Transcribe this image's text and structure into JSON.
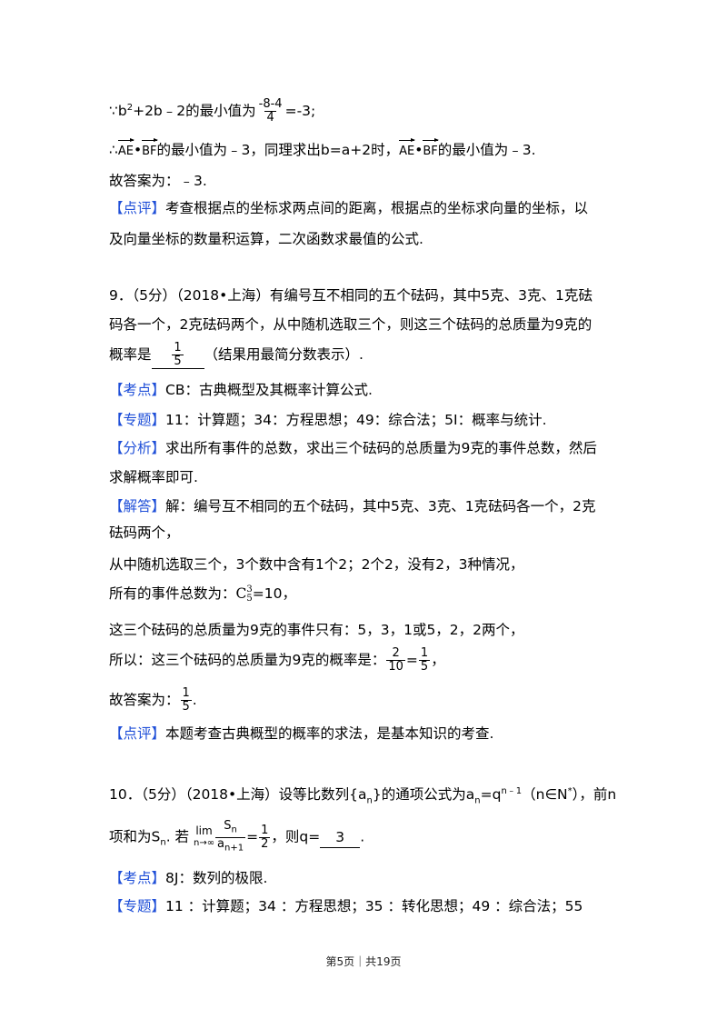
{
  "l1": {
    "a": "∵b",
    "sup": "2",
    "b": "+2b﹣2的最小值为",
    "num": "-8-4",
    "den": "4",
    "c": "=-3;"
  },
  "l2": {
    "a": "∴",
    "v1": "AE",
    "dot1": "•",
    "v2": "BF",
    "b": "的最小值为﹣3，同理求出b=a+2时，",
    "v3": "AE",
    "dot2": "•",
    "v4": "BF",
    "c": "的最小值为﹣3."
  },
  "l3": "故答案为：﹣3.",
  "l4": {
    "tag": "【点评】",
    "text": "考查根据点的坐标求两点间的距离，根据点的坐标求向量的坐标，以"
  },
  "l5": "及向量坐标的数量积运算，二次函数求最值的公式.",
  "q9": {
    "line1": "9．（5分）（2018•上海）有编号互不相同的五个砝码，其中5克、3克、1克砝",
    "line2": "码各一个，2克砝码两个，从中随机选取三个，则这三个砝码的总质量为9克的",
    "line3a": "概率是",
    "ans_num": "1",
    "ans_den": "5",
    "line3b": "（结果用最简分数表示）.",
    "kaodian_tag": "【考点】",
    "kaodian": "CB：古典概型及其概率计算公式.",
    "zhuanti_tag": "【专题】",
    "zhuanti": "11：计算题；34：方程思想；49：综合法；5I：概率与统计.",
    "fenxi_tag": "【分析】",
    "fenxi1": "求出所有事件的总数，求出三个砝码的总质量为9克的事件总数，然后",
    "fenxi2": "求解概率即可.",
    "jieda_tag": "【解答】",
    "jieda1": "解：编号互不相同的五个砝码，其中5克、3克、1克砝码各一个，2克",
    "jieda2": "砝码两个，",
    "jieda3": "从中随机选取三个，3个数中含有1个2；2个2，没有2，3种情况，",
    "jieda4a": "所有的事件总数为：",
    "comb_c": "C",
    "comb_sup": "3",
    "comb_sub": "5",
    "jieda4b": "=10，",
    "jieda5": "这三个砝码的总质量为9克的事件只有：5，3，1或5，2，2两个，",
    "jieda6a": "所以：这三个砝码的总质量为9克的概率是：",
    "p_num": "2",
    "p_den": "10",
    "p_eq": "=",
    "p2_num": "1",
    "p2_den": "5",
    "jieda6b": "，",
    "ans_label": "故答案为：",
    "final_num": "1",
    "final_den": "5",
    "final_end": ".",
    "dianping_tag": "【点评】",
    "dianping": "本题考查古典概型的概率的求法，是基本知识的考查."
  },
  "q10": {
    "line1a": "10．（5分）（2018•上海）设等比数列{a",
    "line1_sub": "n",
    "line1b": "}的通项公式为a",
    "line1_sub2": "n",
    "line1c": "=q",
    "line1_sup": "n﹣1",
    "line1d": "（n∈N",
    "line1_sup2": "*",
    "line1e": "），前n",
    "line2a": "项和为S",
    "line2_sub": "n",
    "line2b": ". 若",
    "lim": "lim",
    "lim_sub": "n→∞",
    "frac_num": "S",
    "frac_num_sub": "n",
    "frac_den": "a",
    "frac_den_sub": "n+1",
    "eq": "=",
    "half_num": "1",
    "half_den": "2",
    "line2c": "，则q=",
    "answer": "3",
    "line2d": ".",
    "kaodian_tag": "【考点】",
    "kaodian": "8J：数列的极限.",
    "zhuanti_tag": "【专题】",
    "zhuanti": "11 ：计算题；34 ：方程思想；35 ：转化思想；49 ：综合法；55"
  },
  "footer": "第5页｜共19页"
}
